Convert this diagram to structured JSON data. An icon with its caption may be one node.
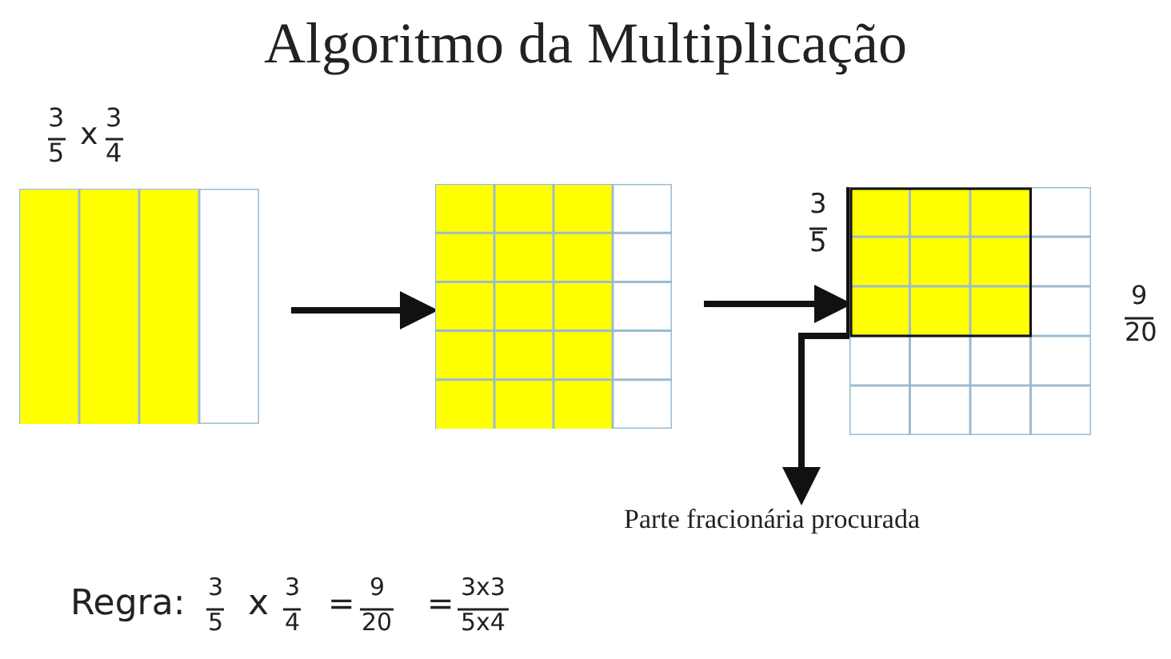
{
  "diagram": {
    "title": "Algoritmo da Multiplicação",
    "nodes": [
      {
        "text": [],
        "shape": "grid"
      },
      {
        "text": [],
        "shape": "grid"
      },
      {
        "text": [],
        "shape": "grid"
      },
      {
        "text": [
          "Parte fracionária procurada"
        ]
      }
    ],
    "edges": [
      {
        "from": 0,
        "to": 1,
        "arrow": "to"
      },
      {
        "from": 1,
        "to": 2,
        "arrow": "to"
      },
      {
        "from": 2,
        "to": 3,
        "arrow": "to"
      }
    ],
    "labels": [
      "3",
      "5",
      "x",
      "3",
      "4",
      "3",
      "5",
      "9",
      "20",
      "Regra:",
      "3",
      "5",
      "x",
      "3",
      "4",
      "=",
      "9",
      "20",
      "=",
      "3x3",
      "5x4"
    ]
  }
}
